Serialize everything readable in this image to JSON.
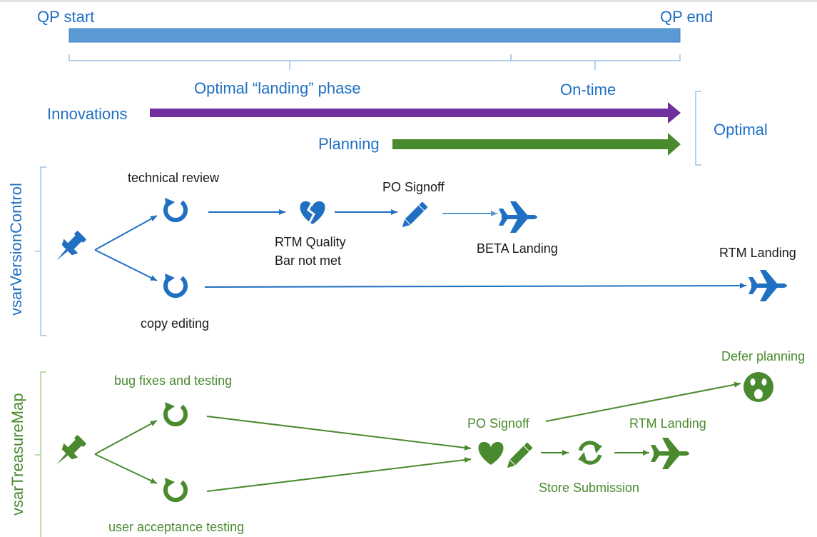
{
  "timeline": {
    "start_label": "QP start",
    "end_label": "QP end",
    "landing_phase_label": "Optimal “landing” phase",
    "on_time_label": "On-time",
    "innovations_label": "Innovations",
    "planning_label": "Planning",
    "optimal_label": "Optimal"
  },
  "version_control": {
    "lane_label": "vsarVersionControl",
    "technical_review": "technical review",
    "quality_line1": "RTM Quality",
    "quality_line2": "Bar not met",
    "po_signoff": "PO Signoff",
    "beta_landing": "BETA Landing",
    "copy_editing": "copy editing",
    "rtm_landing": "RTM Landing"
  },
  "treasure_map": {
    "lane_label": "vsarTreasureMap",
    "bug_fixes": "bug fixes and testing",
    "user_acceptance": "user acceptance testing",
    "po_signoff": "PO Signoff",
    "rtm_landing": "RTM Landing",
    "store_submission": "Store Submission",
    "defer_planning": "Defer planning"
  },
  "colors": {
    "blue": "#1f6fc2",
    "bar_blue": "#5b9bd5",
    "purple": "#7030a0",
    "green": "#4a8a2e",
    "bracket": "#9dc3e6"
  },
  "icons": [
    "pushpin-icon",
    "refresh-icon",
    "broken-heart-icon",
    "pencil-icon",
    "airplane-icon",
    "heart-icon",
    "sync-icon",
    "surprised-face-icon"
  ]
}
